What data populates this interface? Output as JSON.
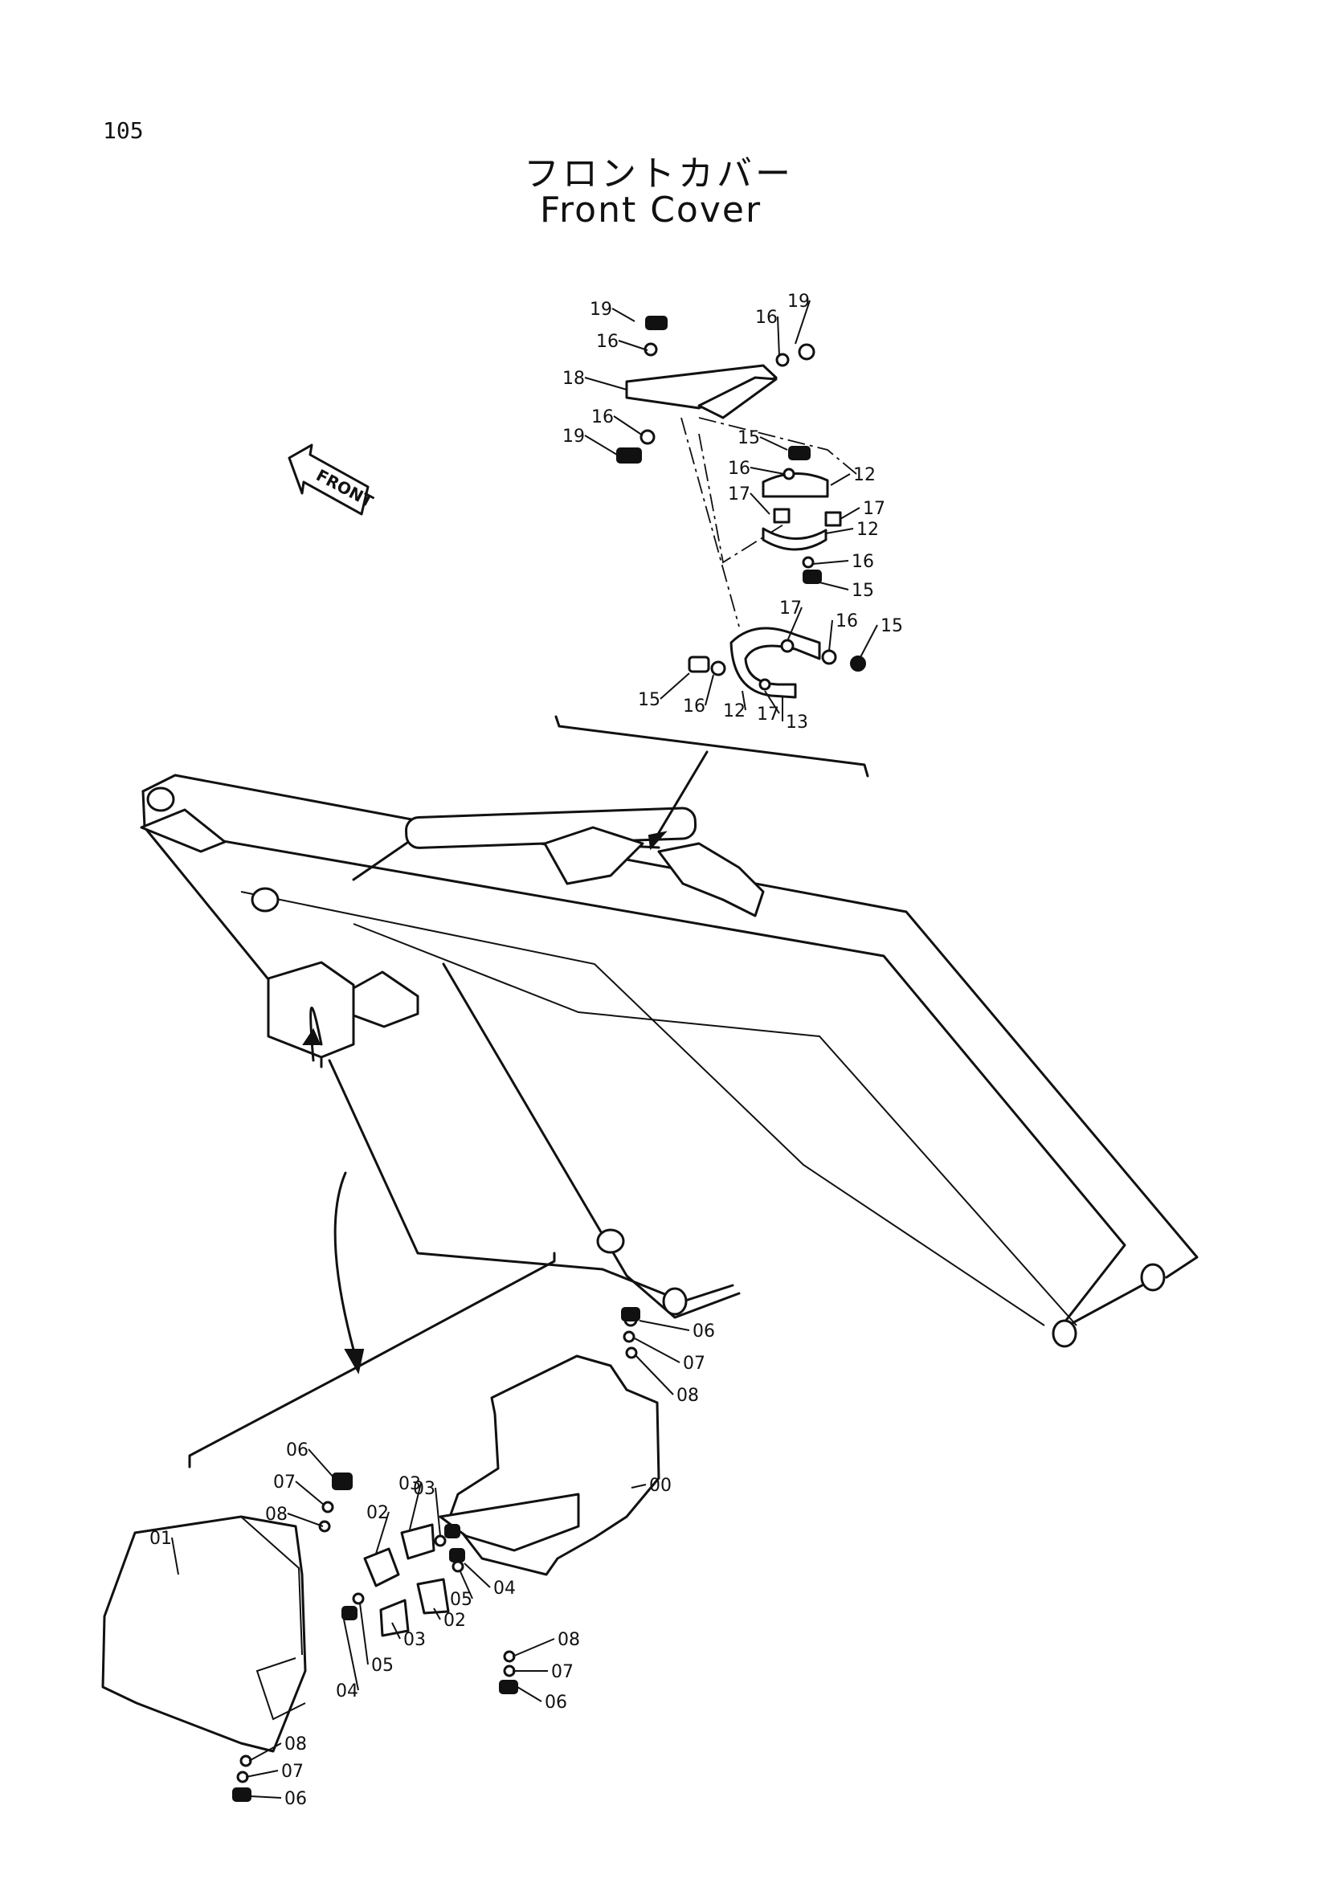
{
  "page": {
    "number": "105"
  },
  "title": {
    "japanese": "フロントカバー",
    "english": "Front Cover"
  },
  "direction_arrow": {
    "label": "FRONT",
    "icon": "front-direction-arrow-icon"
  },
  "callouts": {
    "upper": [
      "19",
      "16",
      "19",
      "16",
      "18",
      "16",
      "19",
      "15",
      "16",
      "12",
      "17",
      "17",
      "12",
      "16",
      "15",
      "17",
      "16",
      "15",
      "15",
      "16",
      "12",
      "17",
      "13"
    ],
    "lower": [
      "06",
      "07",
      "08",
      "00",
      "06",
      "07",
      "08",
      "01",
      "02",
      "03",
      "03",
      "04",
      "05",
      "02",
      "04",
      "05",
      "03",
      "08",
      "07",
      "06",
      "08",
      "07",
      "06"
    ]
  }
}
